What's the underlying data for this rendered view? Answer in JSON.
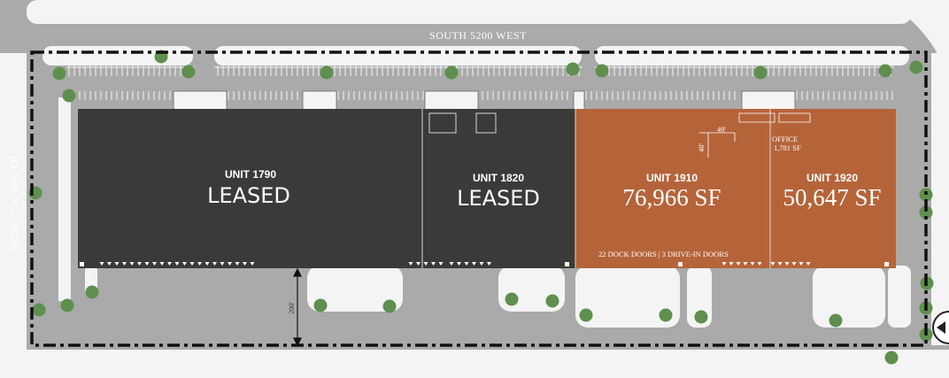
{
  "colors": {
    "background": "#ffffff",
    "paving": "#a9aaa9",
    "landscape": "#f4f4f4",
    "leased_unit": "#3a3a39",
    "available_unit": "#b5643a",
    "tree": "#5f8f4e",
    "boundary": "#111111",
    "accent_curve": "#c9a66b"
  },
  "streets": {
    "north": "SOUTH 5200 WEST",
    "west": "WEST 1730 SOUTH"
  },
  "units": [
    {
      "id": "unit-1790",
      "title": "UNIT 1790",
      "status": "LEASED"
    },
    {
      "id": "unit-1820",
      "title": "UNIT 1820",
      "status": "LEASED"
    },
    {
      "id": "unit-1910",
      "title": "UNIT 1910",
      "status": "76,966 SF"
    },
    {
      "id": "unit-1920",
      "title": "UNIT 1920",
      "status": "50,647 SF"
    }
  ],
  "annotations": {
    "office_label": "OFFICE",
    "office_size": "1,781 SF",
    "dock_doors": "22 DOCK DOORS | 3 DRIVE-IN DOORS",
    "dim_49": "49'",
    "dim_40": "40'",
    "dim_200": "200'"
  },
  "icons": [
    "tree-icon",
    "dock-door-marker-icon",
    "dimension-arrow-icon",
    "nav-arrow-icon"
  ]
}
